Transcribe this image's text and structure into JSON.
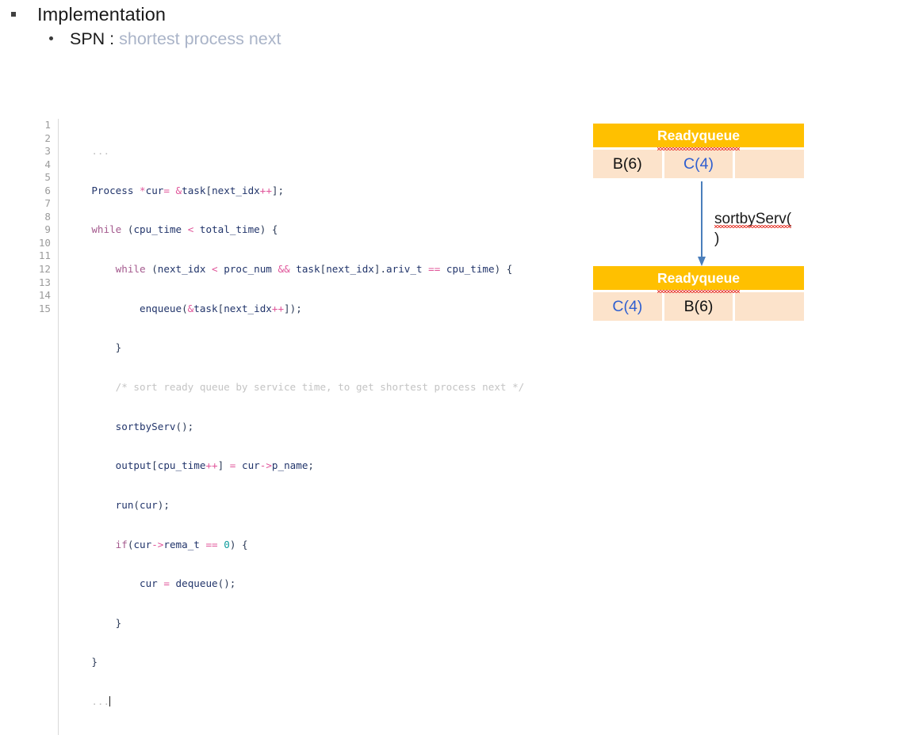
{
  "slide": {
    "bullets": [
      {
        "level": 1,
        "marker": "square-bullet",
        "text": "Implementation"
      },
      {
        "level": 2,
        "marker": "round-bullet",
        "text": "SPN : ",
        "muted_text": "shortest process next"
      }
    ]
  },
  "code": {
    "language": "c",
    "line_numbers": [
      "1",
      "2",
      "3",
      "4",
      "5",
      "6",
      "7",
      "8",
      "9",
      "10",
      "11",
      "12",
      "13",
      "14",
      "15"
    ],
    "lines": [
      "    ...",
      "    Process *cur= &task[next_idx++];",
      "    while (cpu_time < total_time) {",
      "        while (next_idx < proc_num && task[next_idx].ariv_t == cpu_time) {",
      "            enqueue(&task[next_idx++]);",
      "        }",
      "        /* sort ready queue by service time, to get shortest process next */",
      "        sortbyServ();",
      "        output[cpu_time++] = cur->p_name;",
      "        run(cur);",
      "        if(cur->rema_t == 0) {",
      "            cur = dequeue();",
      "        }",
      "    }",
      "    ..."
    ]
  },
  "diagram": {
    "queue_before": {
      "title": "Readyqueue",
      "cells": [
        {
          "label": "B(6)",
          "color": "black"
        },
        {
          "label": "C(4)",
          "color": "blue"
        },
        {
          "label": "",
          "color": "empty"
        }
      ]
    },
    "queue_after": {
      "title": "Readyqueue",
      "cells": [
        {
          "label": "C(4)",
          "color": "blue"
        },
        {
          "label": "B(6)",
          "color": "black"
        },
        {
          "label": "",
          "color": "empty"
        }
      ]
    },
    "arrow_label_line1": "sortbyServ(",
    "arrow_label_line2": ")"
  },
  "colors": {
    "queue_header_bg": "#FFC000",
    "queue_cell_bg": "#FCE3CB",
    "arrow": "#4A7EBB",
    "blue_text": "#2F5FD0",
    "muted_text": "#AAB4C8",
    "spellcheck_underline": "#E8453C"
  }
}
